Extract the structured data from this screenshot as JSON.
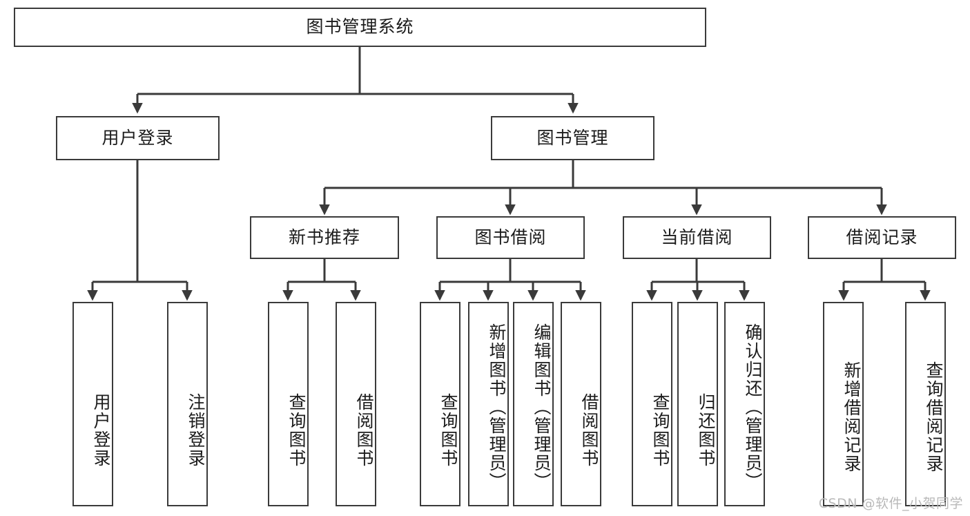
{
  "diagram": {
    "title": "图书管理系统",
    "type": "hierarchy-tree",
    "root": {
      "label": "图书管理系统"
    },
    "level2": [
      {
        "label": "用户登录"
      },
      {
        "label": "图书管理"
      }
    ],
    "level3": [
      {
        "label": "新书推荐"
      },
      {
        "label": "图书借阅"
      },
      {
        "label": "当前借阅"
      },
      {
        "label": "借阅记录"
      }
    ],
    "leaves": {
      "user_login": [
        {
          "label": "用户登录"
        },
        {
          "label": "注销登录"
        }
      ],
      "new_book_recommend": [
        {
          "label": "查询图书"
        },
        {
          "label": "借阅图书"
        }
      ],
      "book_borrow": [
        {
          "label": "查询图书"
        },
        {
          "label": "新增图书（管理员）"
        },
        {
          "label": "编辑图书（管理员）"
        },
        {
          "label": "借阅图书"
        }
      ],
      "current_borrow": [
        {
          "label": "查询图书"
        },
        {
          "label": "归还图书"
        },
        {
          "label": "确认归还（管理员）"
        }
      ],
      "borrow_record": [
        {
          "label": "新增借阅记录"
        },
        {
          "label": "查询借阅记录"
        }
      ]
    },
    "colors": {
      "border": "#3a3a3a",
      "text": "#1b1b1b",
      "background": "#ffffff",
      "watermark": "#b9b9b9"
    }
  },
  "watermark": {
    "text": "CSDN @软件_小贺同学"
  }
}
